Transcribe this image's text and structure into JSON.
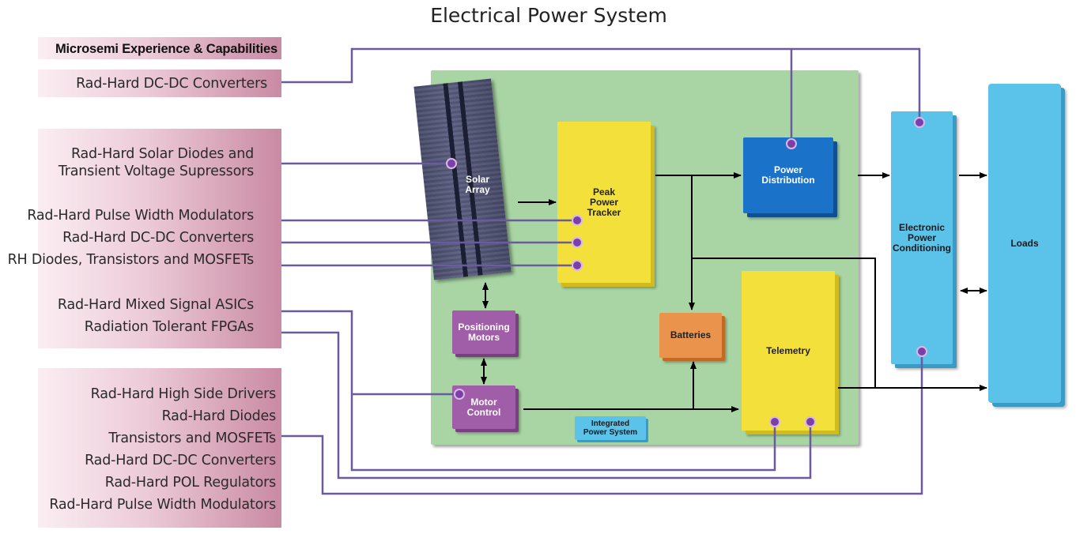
{
  "title": "Electrical Power System",
  "header_panel": "Microsemi Experience & Capabilities",
  "group1": [
    "Rad-Hard DC-DC Converters"
  ],
  "group2": [
    "Rad-Hard Solar Diodes and",
    "Transient Voltage Supressors",
    "Rad-Hard Pulse Width Modulators",
    "Rad-Hard DC-DC Converters",
    "RH Diodes, Transistors and MOSFETs",
    "Rad-Hard Mixed Signal ASICs",
    "Radiation Tolerant FPGAs"
  ],
  "group3": [
    "Rad-Hard High Side Drivers",
    "Rad-Hard Diodes",
    "Transistors and MOSFETs",
    "Rad-Hard DC-DC Converters",
    "Rad-Hard POL Regulators",
    "Rad-Hard Pulse Width Modulators"
  ],
  "blocks": {
    "solar_array": "Solar Array",
    "peak_power_tracker": "Peak Power Tracker",
    "power_distribution": "Power Distribution",
    "positioning_motors": "Positioning Motors",
    "motor_control": "Motor Control",
    "batteries": "Batteries",
    "telemetry": "Telemetry",
    "integrated_power_system": "Integrated Power System",
    "electronic_power_conditioning": "Electronic Power Conditioning",
    "loads": "Loads"
  },
  "colors": {
    "wire": "#6b5a9e",
    "green_panel": "#a8d5a3",
    "pink_panel": "#c98aa3",
    "dot": "#7b3fa8"
  }
}
